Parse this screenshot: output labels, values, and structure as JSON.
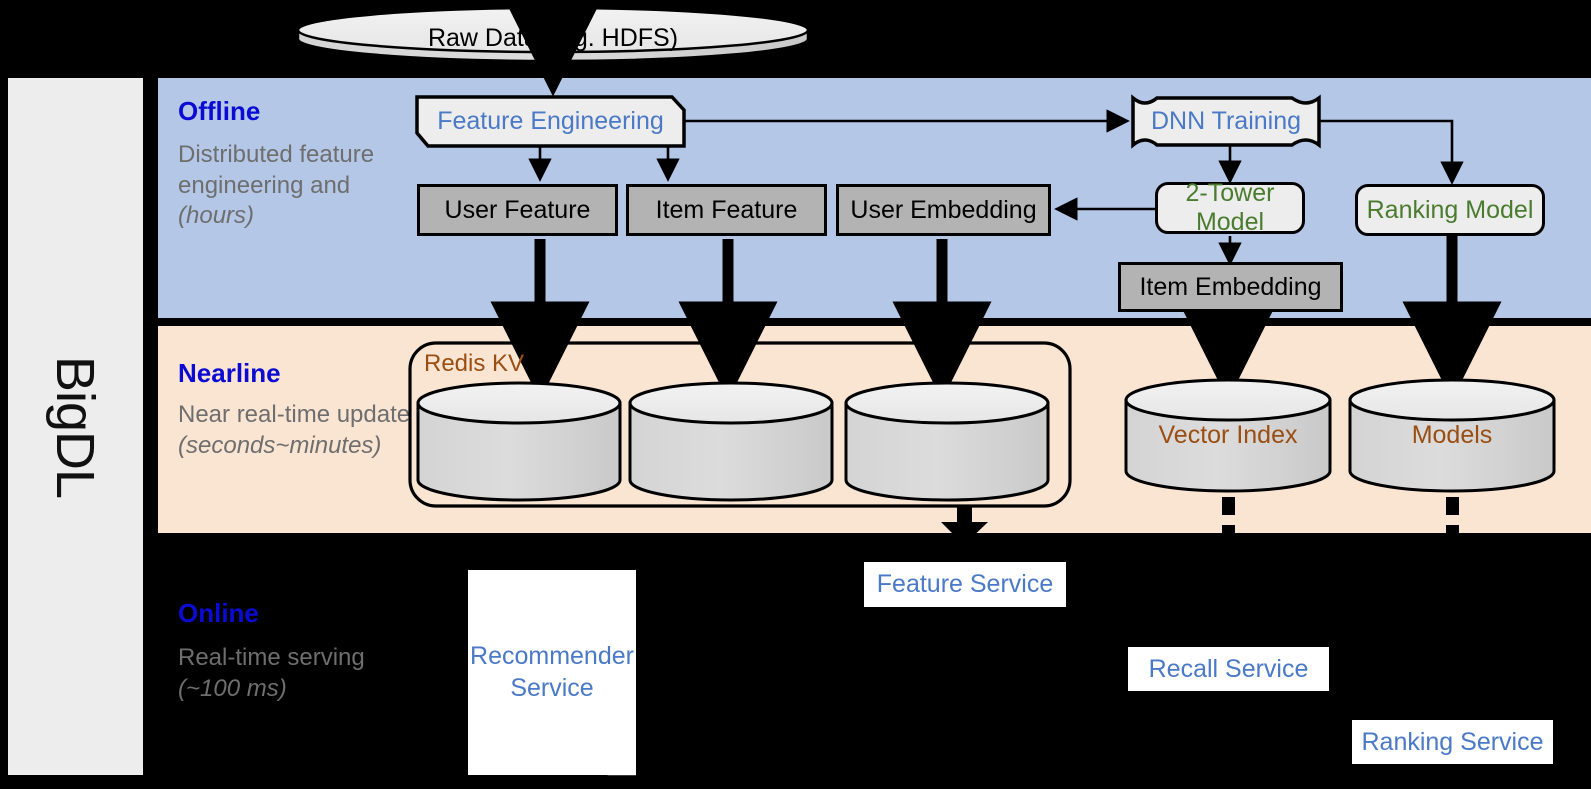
{
  "framework": {
    "name": "BigDL"
  },
  "source": {
    "label": "Raw Data (e.g. HDFS)"
  },
  "bands": {
    "offline": {
      "title": "Offline",
      "subtitle": "Distributed feature engineering and ",
      "subtitle_emphasis": "(hours)",
      "background": "#b4c7e7"
    },
    "nearline": {
      "title": "Nearline",
      "subtitle": "Near real-time update ",
      "subtitle_emphasis": "(seconds~minutes)",
      "background": "#fae5d3"
    },
    "online": {
      "title": "Online",
      "subtitle": "Real-time serving ",
      "subtitle_emphasis": "(~100 ms)",
      "background": "#000000"
    }
  },
  "offline_nodes": {
    "feature_engineering": "Feature Engineering",
    "dnn_training": "DNN Training",
    "user_feature": "User Feature",
    "item_feature": "Item Feature",
    "user_embedding": "User Embedding",
    "two_tower_model": "2-Tower Model",
    "ranking_model": "Ranking Model",
    "item_embedding": "Item Embedding"
  },
  "nearline_nodes": {
    "redis_kv": "Redis KV",
    "store_1": "",
    "store_2": "",
    "store_3": "",
    "vector_index": "Vector Index",
    "models": "Models"
  },
  "online_nodes": {
    "recommender_service": "Recommender Service",
    "feature_service": "Feature Service",
    "recall_service": "Recall Service",
    "ranking_service": "Ranking Service"
  },
  "colors": {
    "offline_band": "#b4c7e7",
    "nearline_band": "#fae5d3",
    "online_band": "#000000",
    "band_title": "#0b0bd4",
    "band_subtitle": "#6e6e6e",
    "blue_text": "#4a79c7",
    "green_text": "#4a7c2f",
    "brown_text": "#9a4e12",
    "gray_fill": "#b3b3b3",
    "light_fill": "#ededed",
    "rail_fill": "#ededed"
  }
}
